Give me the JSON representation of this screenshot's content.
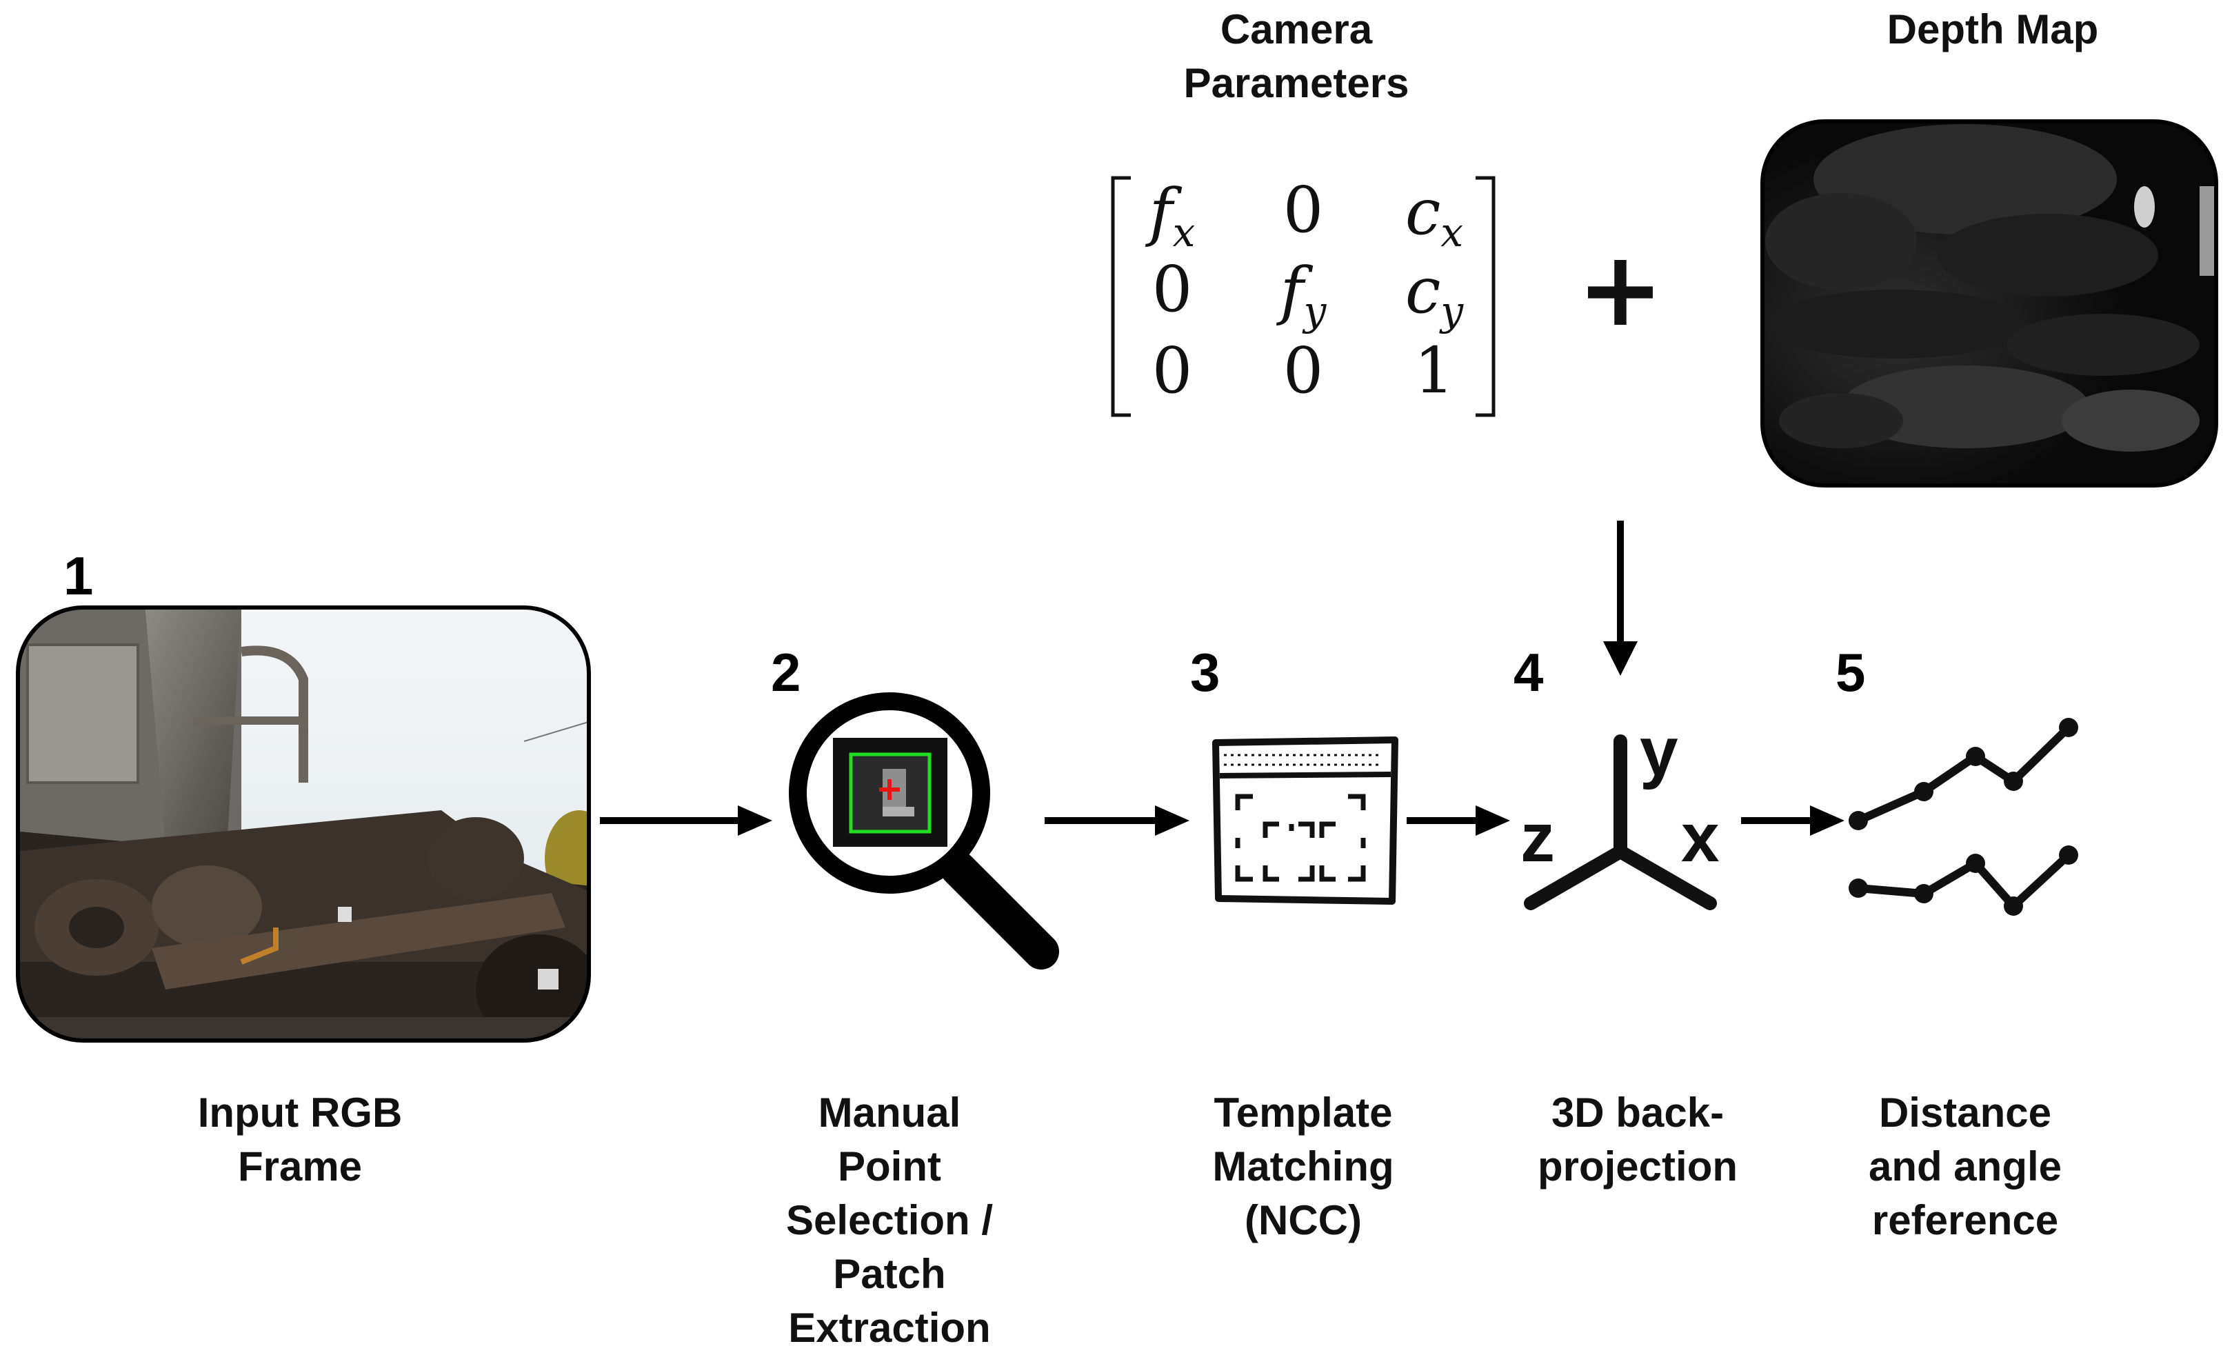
{
  "camera": {
    "title": "Camera\nParameters",
    "matrix": [
      [
        "f",
        "x",
        "0",
        "",
        "c",
        "x"
      ],
      [
        "0",
        "",
        "f",
        "y",
        "c",
        "y"
      ],
      [
        "0",
        "",
        "0",
        "",
        "1",
        ""
      ]
    ]
  },
  "plus_symbol": "+",
  "depth_map": {
    "title": "Depth Map"
  },
  "steps": [
    {
      "number": "1",
      "label": "Input RGB\nFrame"
    },
    {
      "number": "2",
      "label": "Manual\nPoint\nSelection /\nPatch\nExtraction"
    },
    {
      "number": "3",
      "label": "Template\nMatching\n(NCC)"
    },
    {
      "number": "4",
      "label": "3D back-\nprojection"
    },
    {
      "number": "5",
      "label": "Distance\nand angle\nreference"
    }
  ],
  "axes_icon": {
    "x": "x",
    "y": "y",
    "z": "z"
  },
  "icons": {
    "rgb_frame": "rgb-frame-photo",
    "magnifier": "magnifier-icon",
    "template": "template-matching-icon",
    "axes": "3d-axes-icon",
    "line_chart": "line-chart-icon"
  },
  "colors": {
    "ink": "#111111",
    "highlight_box": "#22dd22",
    "selection_mark": "#ee1111"
  }
}
